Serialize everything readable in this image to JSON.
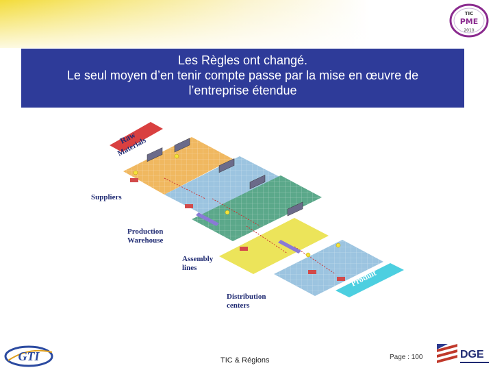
{
  "header": {
    "logo_top_line": "TIC",
    "logo_mid_line": "PME",
    "logo_bottom_line": "2010"
  },
  "title": {
    "line1": "Les Règles ont changé.",
    "line2": "Le seul moyen d’en tenir compte passe par la mise en œuvre de",
    "line3": "l’entreprise étendue"
  },
  "diagram": {
    "raw_label_1": "Raw",
    "raw_label_2": "Materials",
    "suppliers": "Suppliers",
    "production_1": "Production",
    "production_2": "Warehouse",
    "assembly_1": "Assembly",
    "assembly_2": "lines",
    "distribution_1": "Distribution",
    "distribution_2": "centers",
    "produit": "Produit"
  },
  "footer": {
    "gti_logo": "GTI",
    "center_text": "TIC & Régions",
    "page": "Page : 100",
    "dge_logo": "DGE"
  }
}
